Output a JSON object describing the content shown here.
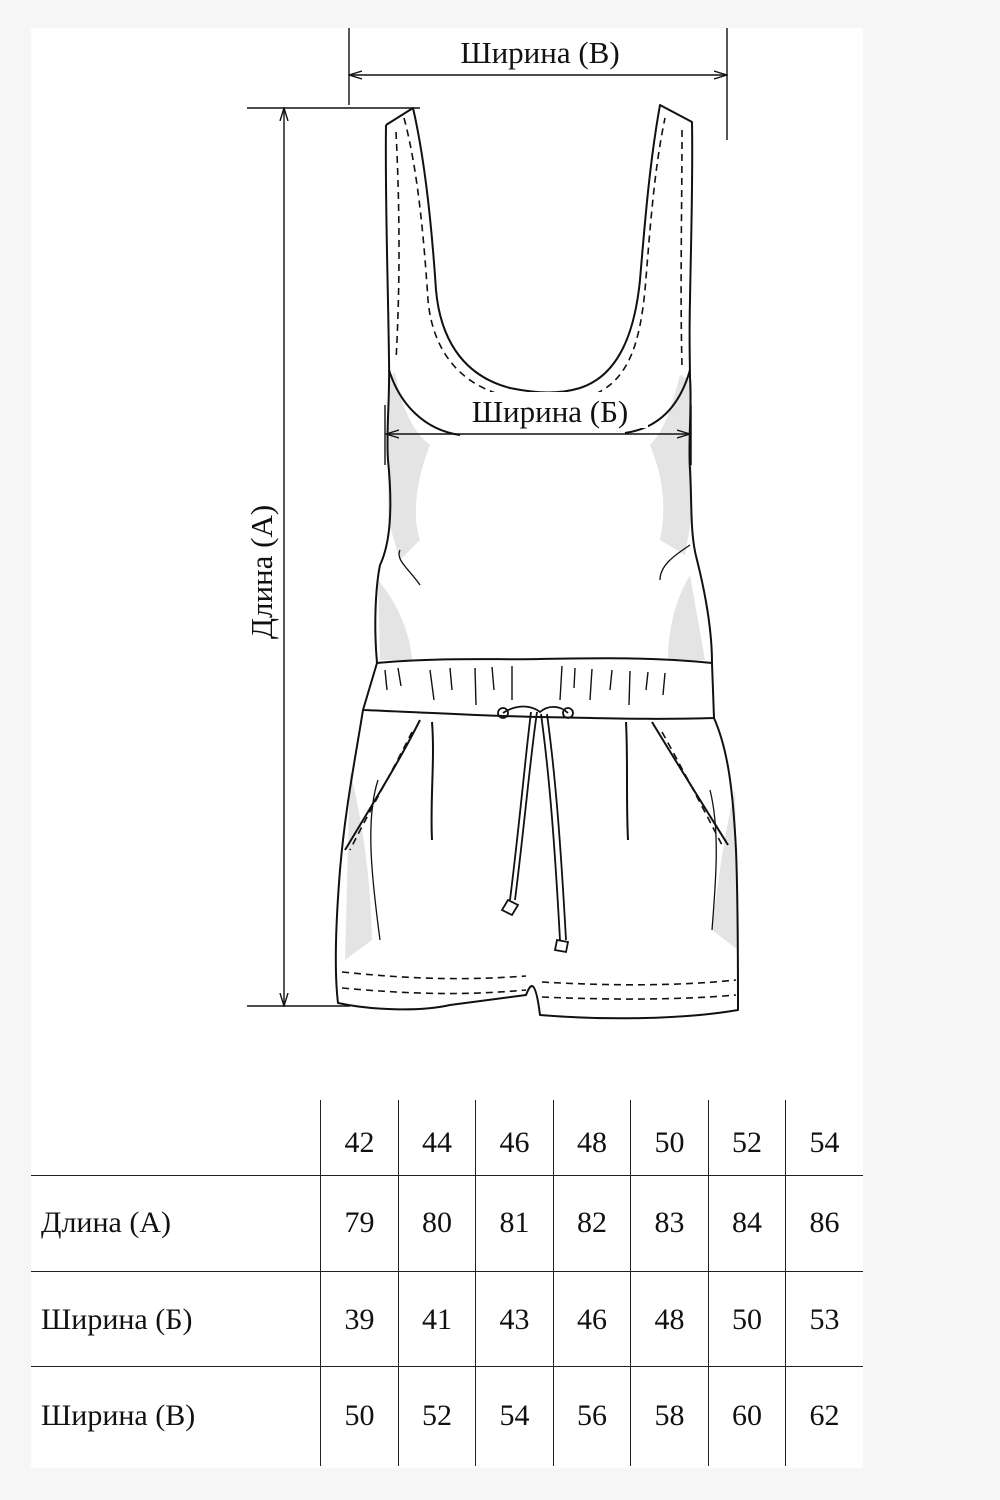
{
  "diagram": {
    "width_v_label": "Ширина (В)",
    "width_b_label": "Ширина (Б)",
    "length_a_label": "Длина (А)"
  },
  "size_table": {
    "sizes": [
      "42",
      "44",
      "46",
      "48",
      "50",
      "52",
      "54"
    ],
    "rows": [
      {
        "label": "Длина (А)",
        "values": [
          "79",
          "80",
          "81",
          "82",
          "83",
          "84",
          "86"
        ]
      },
      {
        "label": "Ширина (Б)",
        "values": [
          "39",
          "41",
          "43",
          "46",
          "48",
          "50",
          "53"
        ]
      },
      {
        "label": "Ширина (В)",
        "values": [
          "50",
          "52",
          "54",
          "56",
          "58",
          "60",
          "62"
        ]
      }
    ]
  }
}
